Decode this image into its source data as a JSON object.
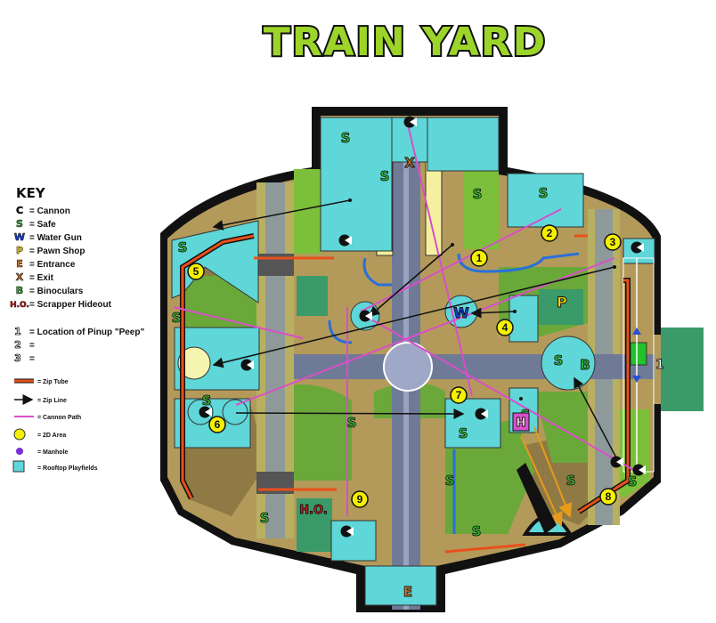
{
  "title": "TRAIN YARD",
  "key": {
    "heading": "KEY",
    "items": [
      {
        "symbol": "C",
        "color": "#111111",
        "label": "= Cannon"
      },
      {
        "symbol": "S",
        "color": "#2fb52f",
        "label": "= Safe"
      },
      {
        "symbol": "W",
        "color": "#1a3fd8",
        "label": "= Water Gun"
      },
      {
        "symbol": "P",
        "color": "#f5d400",
        "label": "= Pawn Shop"
      },
      {
        "symbol": "E",
        "color": "#e07a20",
        "label": "= Entrance"
      },
      {
        "symbol": "X",
        "color": "#b8702a",
        "label": "= Exit"
      },
      {
        "symbol": "B",
        "color": "#2fb52f",
        "label": "= Binoculars"
      },
      {
        "symbol": "H.O.",
        "color": "#e01a1a",
        "label": "= Scrapper Hideout"
      }
    ],
    "peep_items": [
      {
        "glyph": "1",
        "label": "= Location of Pinup \"Peep\""
      },
      {
        "glyph": "2",
        "label": "="
      },
      {
        "glyph": "3",
        "label": "="
      }
    ],
    "legend": [
      {
        "id": "zip-tube",
        "label": "= Zip Tube",
        "color": "#e8501a"
      },
      {
        "id": "zip-line",
        "label": "= Zip Line",
        "color": "#111111"
      },
      {
        "id": "cannon-path",
        "label": "= Cannon Path",
        "color": "#d84fc8"
      },
      {
        "id": "2d-area",
        "label": "= 2D Area",
        "color": "#f5f000"
      },
      {
        "id": "manhole",
        "label": "= Manhole",
        "color": "#7a2fd8"
      },
      {
        "id": "rooftop",
        "label": "= Rooftop Playfields",
        "color": "#5fd6d8"
      }
    ]
  },
  "markers": {
    "entrance": "E",
    "exit": "X",
    "water_gun": "W",
    "pawn_shop": "P",
    "binoculars": "B",
    "hideout_small": "H",
    "hideout": "H.O.",
    "peep_outside": "1"
  },
  "locations": [
    "1",
    "2",
    "3",
    "4",
    "5",
    "6",
    "7",
    "8",
    "9"
  ]
}
